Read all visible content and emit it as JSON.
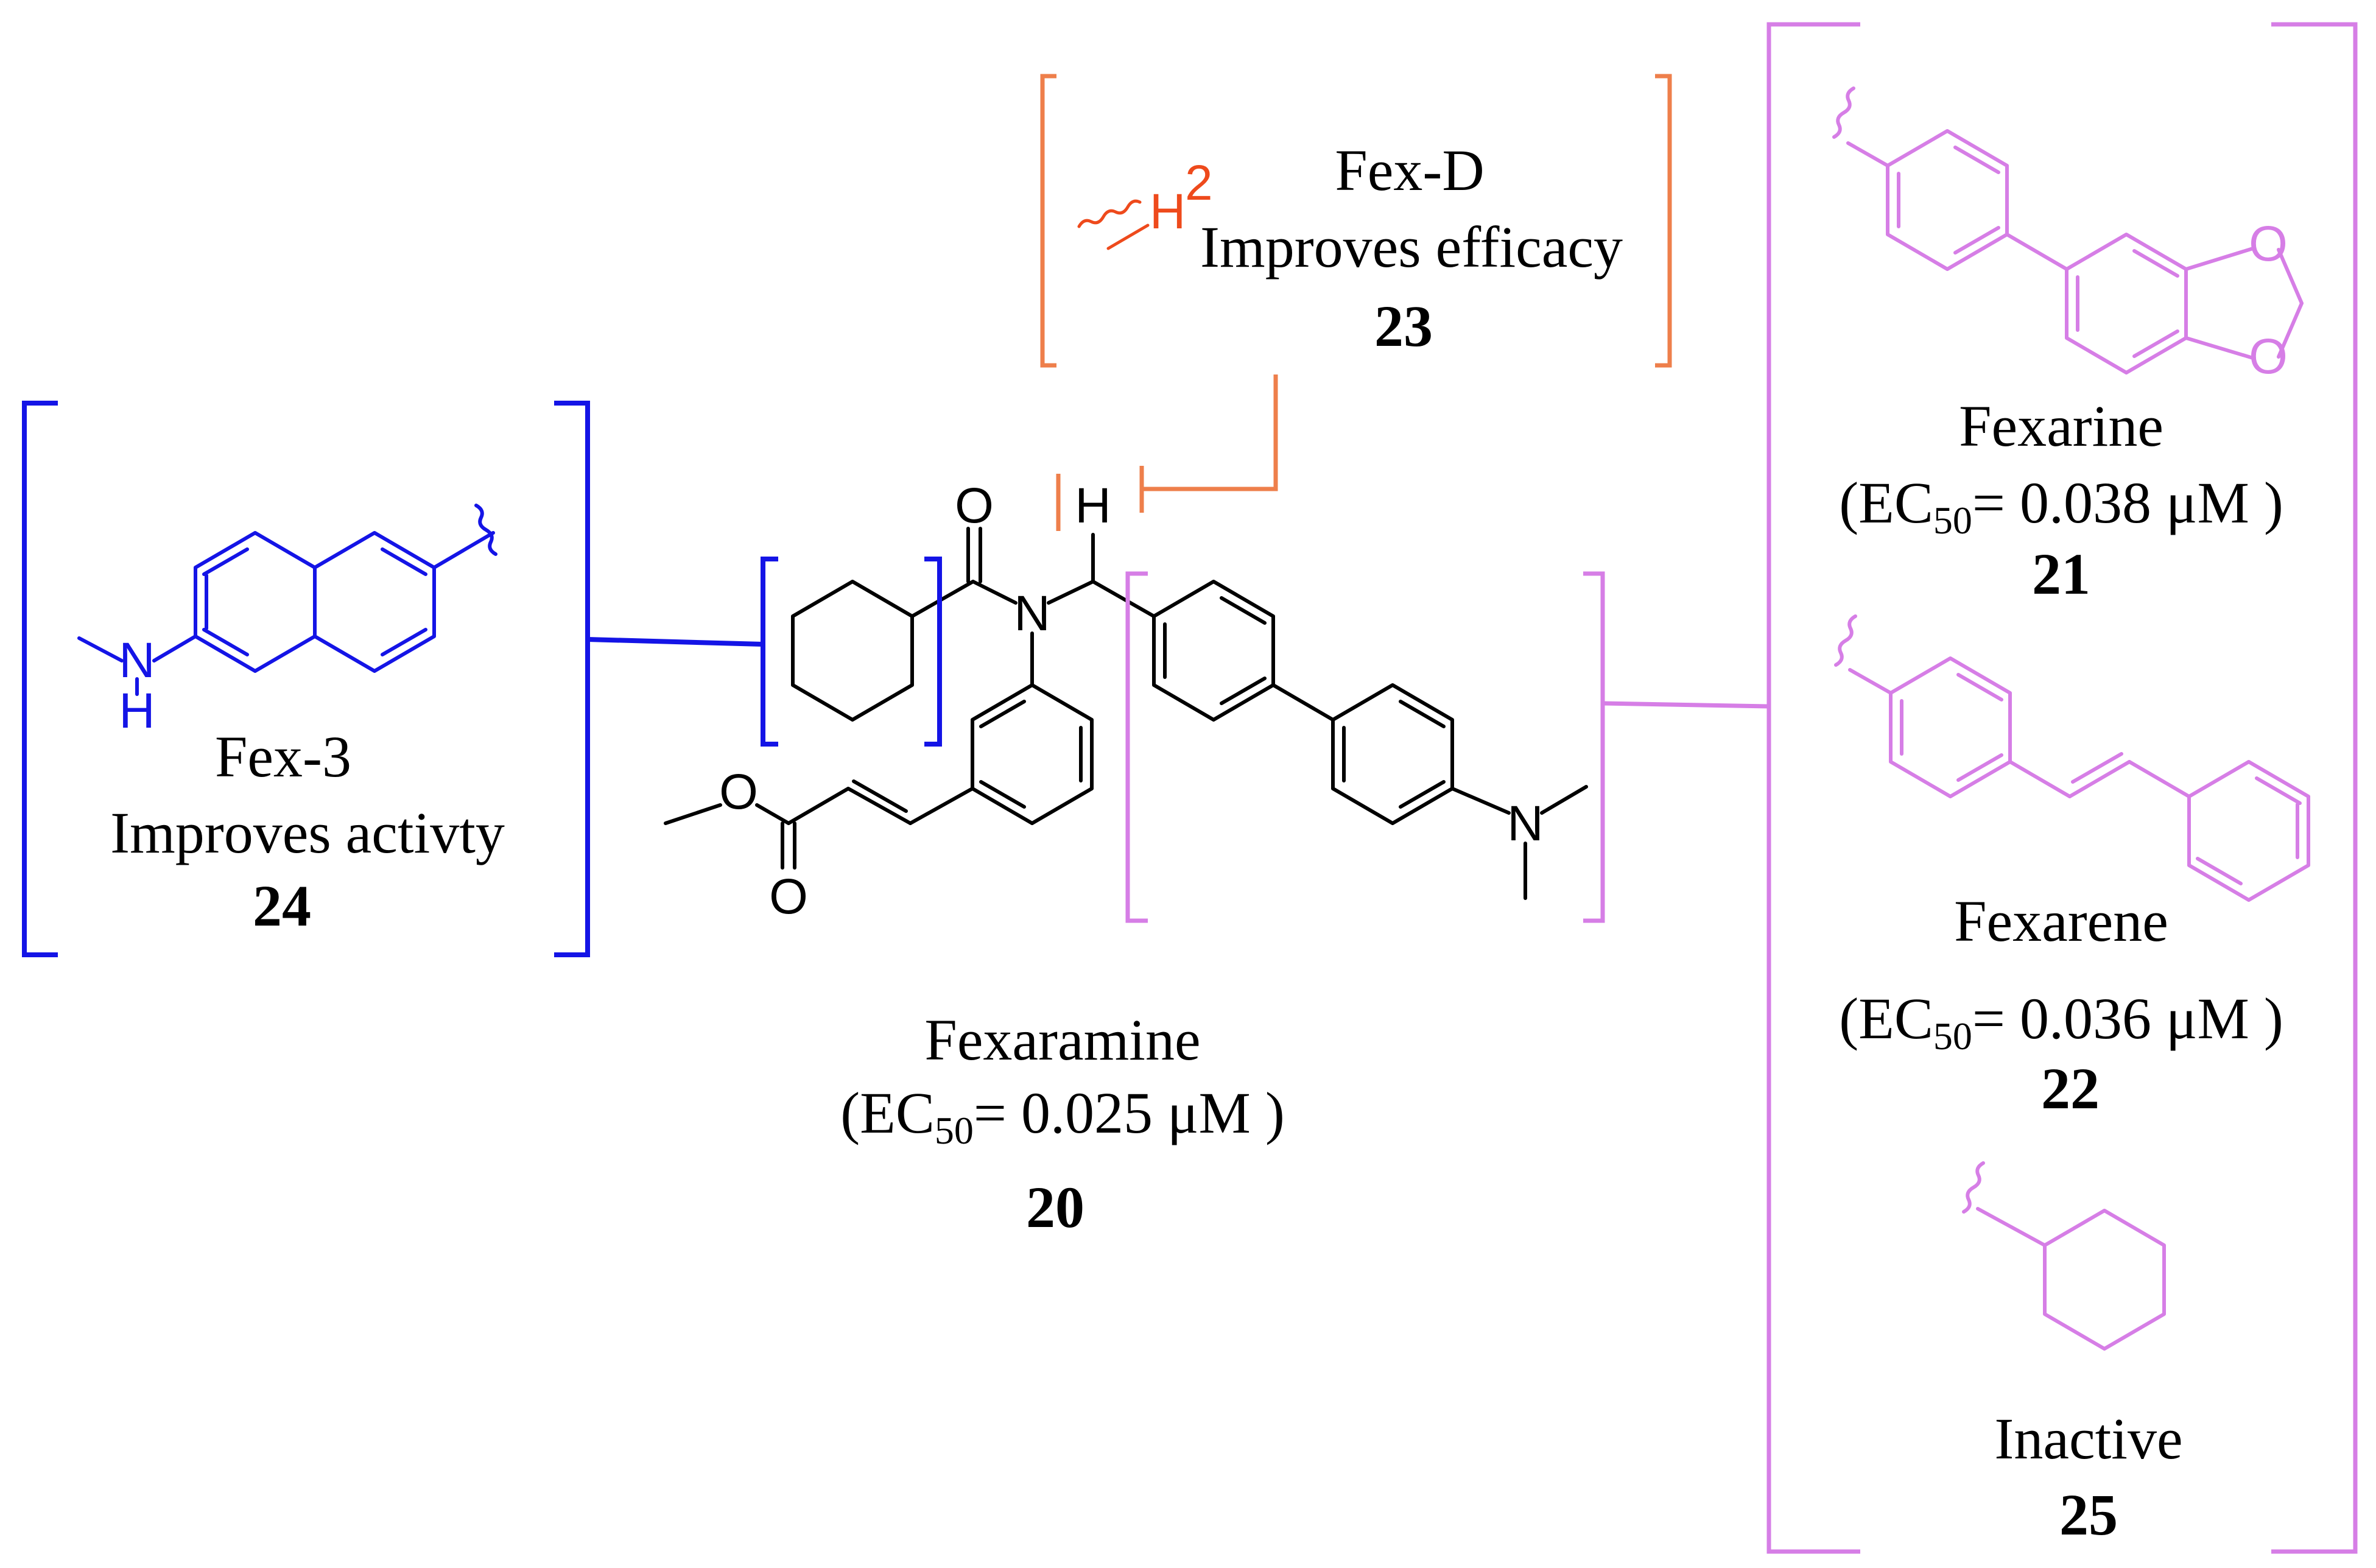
{
  "colors": {
    "core": "#000000",
    "fex3_blue": "#1414e6",
    "fexd_orange": "#ee7f4b",
    "deuterium_red": "#ee4a1c",
    "biaryl_violet": "#d67ee6"
  },
  "core": {
    "name": "Fexaramine",
    "ec50_prefix": "(EC",
    "ec50_sub": "50",
    "ec50_value": "= 0.025 μM )",
    "number": "20",
    "atoms": {
      "carbonyl_o": "O",
      "amide_n": "N",
      "methine_h": "H",
      "ester_o_single": "O",
      "ester_o_double": "O",
      "dimethylamino_n": "N"
    }
  },
  "fex3": {
    "name": "Fex-3",
    "note": "Improves activty",
    "number": "24",
    "atoms": {
      "n": "N",
      "h": "H"
    }
  },
  "fexd": {
    "name": "Fex-D",
    "note": "Improves efficacy",
    "number": "23",
    "atoms": {
      "h": "H",
      "sup": "2"
    }
  },
  "fexarine": {
    "name": "Fexarine",
    "ec50_prefix": "(EC",
    "ec50_sub": "50",
    "ec50_value": "= 0.038 μM )",
    "number": "21",
    "atoms": {
      "o_top": "O",
      "o_bottom": "O"
    }
  },
  "fexarene": {
    "name": "Fexarene",
    "ec50_prefix": "(EC",
    "ec50_sub": "50",
    "ec50_value": "= 0.036 μM )",
    "number": "22"
  },
  "inactive": {
    "name": "Inactive",
    "number": "25"
  }
}
